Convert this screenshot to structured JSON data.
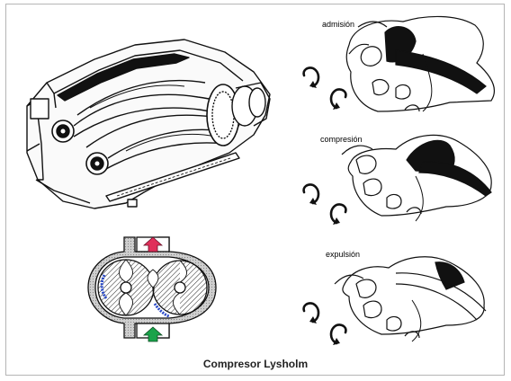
{
  "caption": "Compresor Lysholm",
  "stages": [
    {
      "label": "admisión"
    },
    {
      "label": "compresión"
    },
    {
      "label": "expulsión"
    }
  ],
  "colors": {
    "inlet_arrow": "#1aa34a",
    "outlet_arrow": "#e0305a",
    "flow_arrow": "#2848c8",
    "ink": "#111111",
    "hatch_fill": "#d8d8d8"
  },
  "icons": {
    "rotation_clockwise": "clockwise-arrow-icon",
    "rotation_counterclockwise": "counterclockwise-arrow-icon"
  }
}
